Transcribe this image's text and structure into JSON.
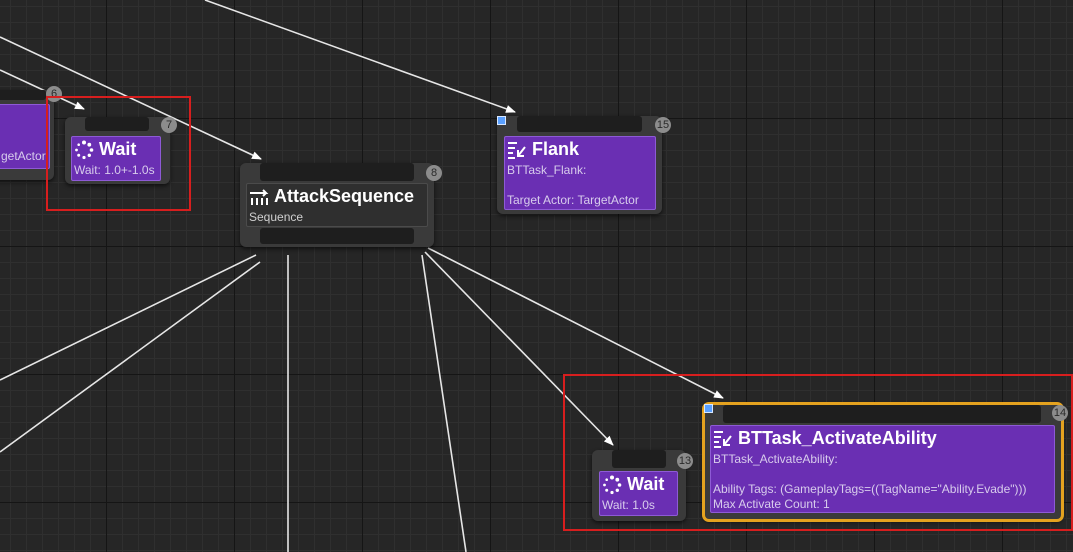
{
  "nodes": {
    "left_partial": {
      "sub": "getActor",
      "badge": "6"
    },
    "wait1": {
      "title": "Wait",
      "sub": "Wait: 1.0+-1.0s",
      "badge": "7"
    },
    "attack_sequence": {
      "title": "AttackSequence",
      "sub": "Sequence",
      "badge": "8"
    },
    "flank": {
      "title": "Flank",
      "sub1": "BTTask_Flank:",
      "sub2": "Target Actor: TargetActor",
      "badge": "15"
    },
    "wait2": {
      "title": "Wait",
      "sub": "Wait: 1.0s",
      "badge": "13"
    },
    "activate_ability": {
      "title": "BTTask_ActivateAbility",
      "sub1": "BTTask_ActivateAbility:",
      "sub2": "Ability Tags: (GameplayTags=((TagName=\"Ability.Evade\")))",
      "sub3": "Max Activate Count: 1",
      "badge": "14"
    }
  },
  "colors": {
    "task_body": "#6a2fb3",
    "composite_body": "#2f2f2f",
    "highlight_box": "#d71e1e",
    "selection_outline": "#e4a21f",
    "wire": "#e6e6e6"
  },
  "icons": {
    "wait": "wait-spinner-icon",
    "task": "task-icon",
    "sequence": "sequence-icon"
  }
}
